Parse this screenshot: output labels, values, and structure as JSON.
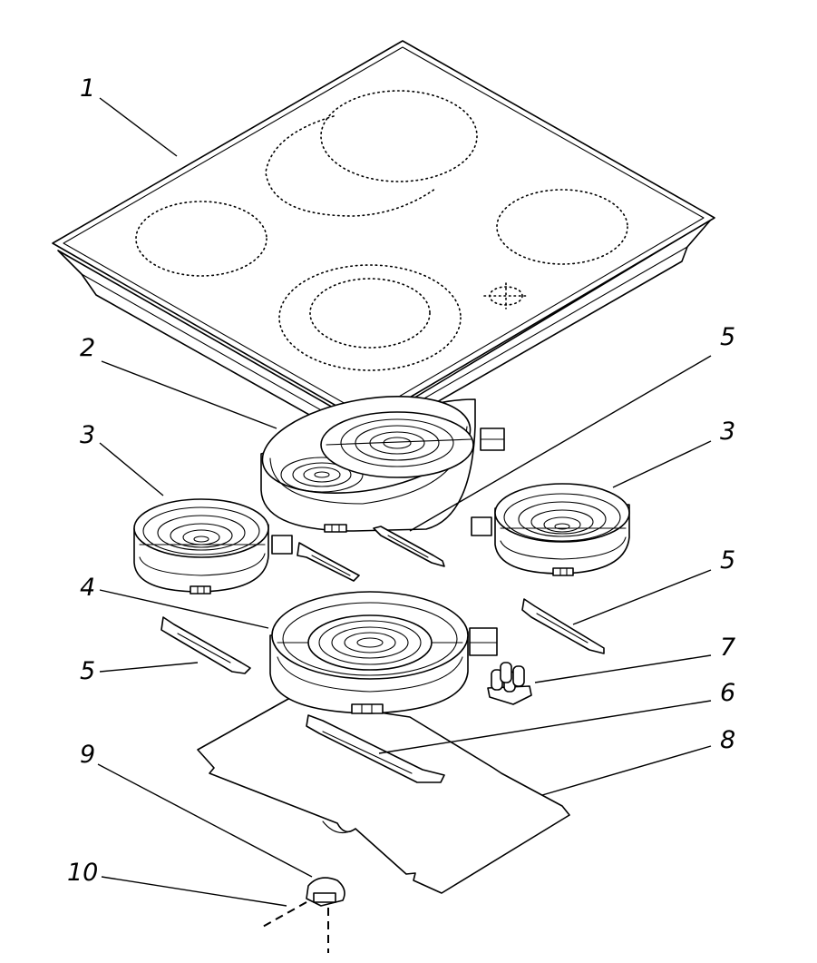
{
  "callouts": [
    {
      "id": "c1",
      "text": "1"
    },
    {
      "id": "c2",
      "text": "2"
    },
    {
      "id": "c3a",
      "text": "3"
    },
    {
      "id": "c3b",
      "text": "3"
    },
    {
      "id": "c4",
      "text": "4"
    },
    {
      "id": "c5a",
      "text": "5"
    },
    {
      "id": "c5b",
      "text": "5"
    },
    {
      "id": "c5c",
      "text": "5"
    },
    {
      "id": "c6",
      "text": "6"
    },
    {
      "id": "c7",
      "text": "7"
    },
    {
      "id": "c8",
      "text": "8"
    },
    {
      "id": "c9",
      "text": "9"
    },
    {
      "id": "c10",
      "text": "10"
    }
  ],
  "colors": {
    "line": "#000000",
    "background": "#ffffff"
  }
}
